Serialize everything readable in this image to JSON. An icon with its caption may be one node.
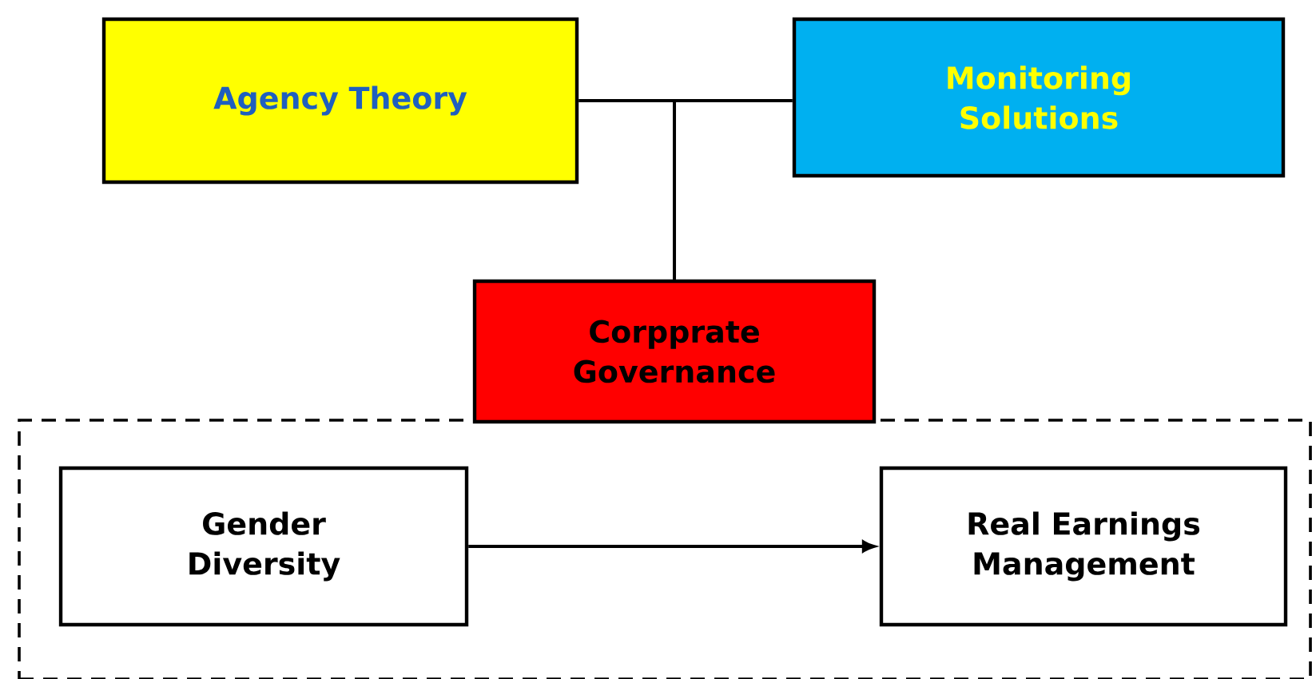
{
  "diagram": {
    "nodes": [
      {
        "text": [
          "Agency Theory"
        ]
      },
      {
        "text": [
          "Monitoring Solutions"
        ]
      },
      {
        "text": [
          "Corpprate Governance"
        ]
      },
      {
        "text": [],
        "shape": "box"
      },
      {
        "text": [
          "Gender Diversity"
        ],
        "in": 3
      },
      {
        "text": [
          "Real Earnings Management"
        ],
        "in": 3
      }
    ],
    "edges": [
      {
        "from": 0,
        "to": 2,
        "arrow": "none"
      },
      {
        "from": 1,
        "to": 2,
        "arrow": "none"
      },
      {
        "from": 4,
        "to": 5,
        "arrow": "to"
      }
    ]
  }
}
